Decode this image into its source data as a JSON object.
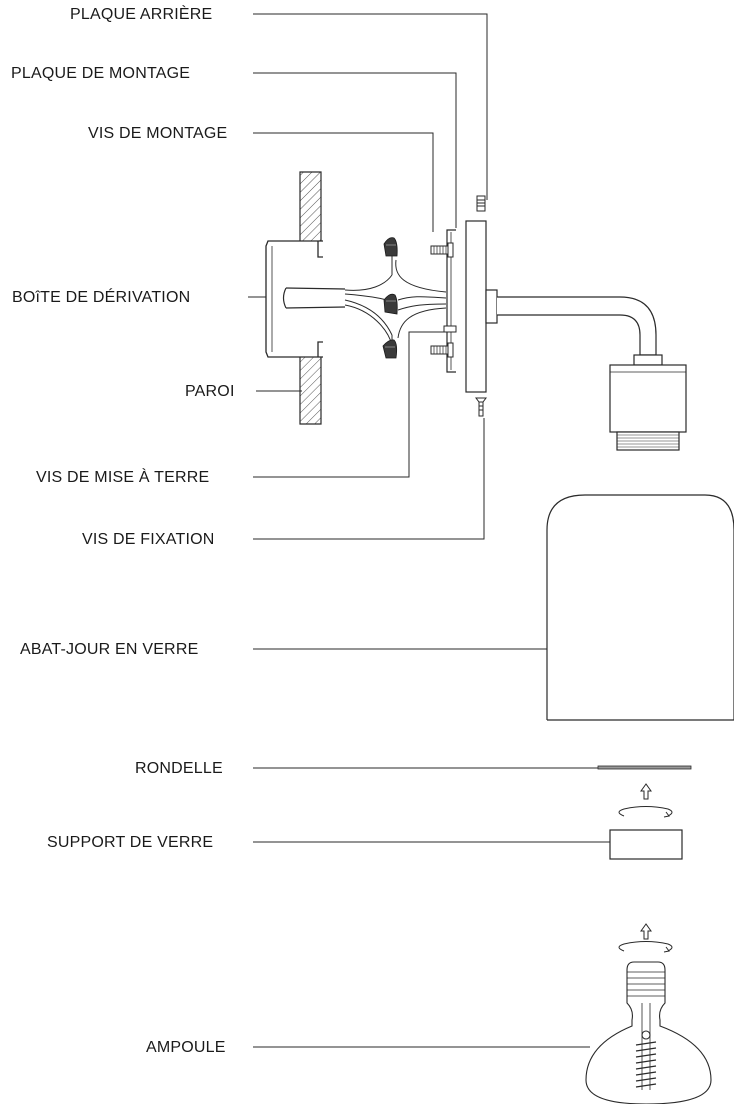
{
  "diagram": {
    "labels": {
      "back_plate": "PLAQUE ARRIÈRE",
      "mounting_plate": "PLAQUE DE MONTAGE",
      "mounting_screw": "VIS DE MONTAGE",
      "junction_box": "BOîTE DE DÉRIVATION",
      "wall": "PAROI",
      "ground_screw": "VIS DE MISE À TERRE",
      "fixing_screw": "VIS DE FIXATION",
      "glass_shade": "ABAT-JOUR EN VERRE",
      "washer": "RONDELLE",
      "glass_holder": "SUPPORT DE VERRE",
      "bulb": "AMPOULE"
    },
    "colors": {
      "line": "#2a2a2a",
      "hatch": "#555555",
      "cap": "#3a3a3a"
    }
  }
}
